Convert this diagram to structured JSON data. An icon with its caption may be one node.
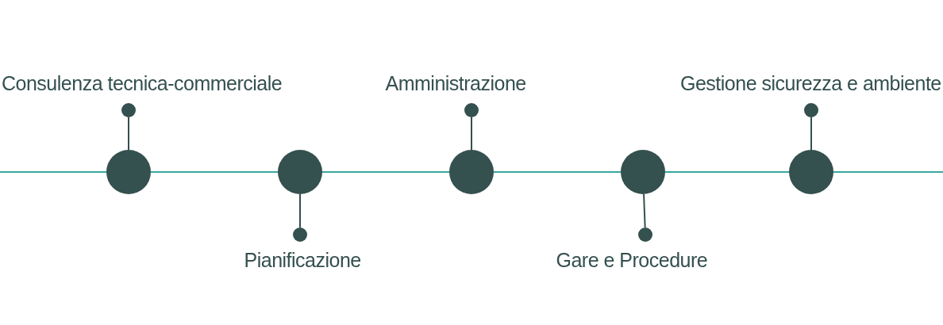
{
  "diagram": {
    "nodes": [
      {
        "text": [],
        "shape": "circle"
      },
      {
        "text": [],
        "shape": "circle"
      },
      {
        "text": [],
        "shape": "circle"
      },
      {
        "text": [],
        "shape": "circle"
      },
      {
        "text": [],
        "shape": "circle"
      },
      {
        "text": [],
        "shape": "circle",
        "beside": [
          "Consulenza tecnica-commerciale"
        ]
      },
      {
        "text": [],
        "shape": "circle",
        "beside": [
          "Pianificazione"
        ]
      },
      {
        "text": [],
        "shape": "circle",
        "beside": [
          "Amministrazione"
        ]
      },
      {
        "text": [],
        "shape": "circle",
        "beside": [
          "Gare e Procedure"
        ]
      },
      {
        "text": [],
        "shape": "circle",
        "beside": [
          "Gestione sicurezza e ambiente"
        ]
      }
    ],
    "edges": [
      {
        "from": null,
        "to": 0,
        "arrow": "none"
      },
      {
        "from": 0,
        "to": 1,
        "arrow": "none"
      },
      {
        "from": 1,
        "to": 2,
        "arrow": "none"
      },
      {
        "from": 2,
        "to": 3,
        "arrow": "none"
      },
      {
        "from": 3,
        "to": 4,
        "arrow": "none"
      },
      {
        "from": 4,
        "to": null,
        "arrow": "none"
      },
      {
        "from": 0,
        "to": 5,
        "arrow": "none",
        "color": "#34504f"
      },
      {
        "from": 1,
        "to": 6,
        "arrow": "none",
        "color": "#34504f"
      },
      {
        "from": 2,
        "to": 7,
        "arrow": "none",
        "color": "#34504f"
      },
      {
        "from": 3,
        "to": 8,
        "arrow": "none",
        "color": "#34504f"
      },
      {
        "from": 4,
        "to": 9,
        "arrow": "none",
        "color": "#34504f"
      }
    ]
  }
}
